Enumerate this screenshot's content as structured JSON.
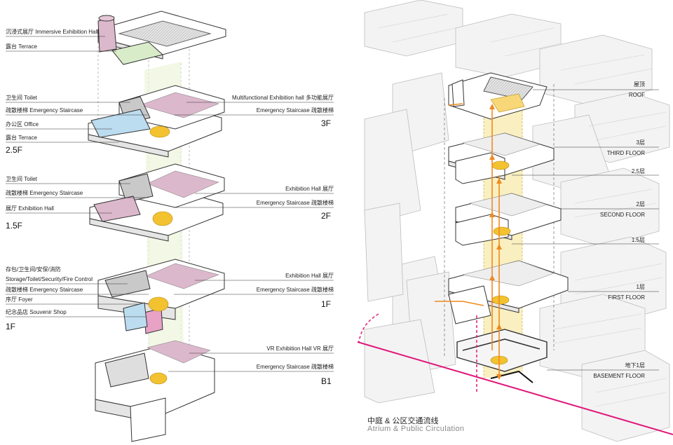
{
  "left_diagram": {
    "labels_left": [
      "沉浸式展厅 Immersive Exhibition Hall",
      "露台 Terrace",
      "卫生间 Toilet",
      "疏散楼梯 Emergency Staircase",
      "办公区 Office",
      "露台 Terrace",
      "卫生间 Toilet",
      "疏散楼梯 Emergency Staircase",
      "展厅 Exhibition Hall",
      "存包/卫生间/安保/消防",
      "Storage/Toilet/Security/Fire Control",
      "疏散楼梯 Emergency Staircase",
      "序厅 Foyer",
      "纪念品店 Souvenir Shop"
    ],
    "labels_right": [
      "Multifunctional Exhibition hall 多功能展厅",
      "Emergency Staircase 疏散楼梯",
      "Exhibition Hall 展厅",
      "Emergency Staircase 疏散楼梯",
      "Exhibition Hall 展厅",
      "Emergency Staircase 疏散楼梯",
      "VR Exhibition Hall VR 展厅",
      "Emergency Staircase 疏散楼梯"
    ],
    "levels": [
      "2.5F",
      "1.5F",
      "1F",
      "3F",
      "2F",
      "1F",
      "B1"
    ]
  },
  "right_diagram": {
    "floor_labels": [
      {
        "zh": "屋顶",
        "en": "ROOF"
      },
      {
        "zh": "3层",
        "en": "THIRD FLOOR"
      },
      {
        "zh": "2.5层",
        "en": ""
      },
      {
        "zh": "2层",
        "en": "SECOND FLOOR"
      },
      {
        "zh": "1.5层",
        "en": ""
      },
      {
        "zh": "1层",
        "en": "FIRST FLOOR"
      },
      {
        "zh": "地下1层",
        "en": "BASEMENT FLOOR"
      }
    ],
    "title": "中庭 & 公区交通流线",
    "subtitle": "Atrium & Public Circulation"
  },
  "colors": {
    "pink_zone": "#dcb8cc",
    "blue_zone": "#bcdcef",
    "green_zone": "#d8ecc9",
    "stair_yellow": "#f2c230",
    "atrium_yellow": "#f7e8a6",
    "circulation_orange": "#ef8a1e",
    "path_magenta": "#e0197a",
    "wall_grey": "#c7c7c7",
    "line": "#333333"
  }
}
